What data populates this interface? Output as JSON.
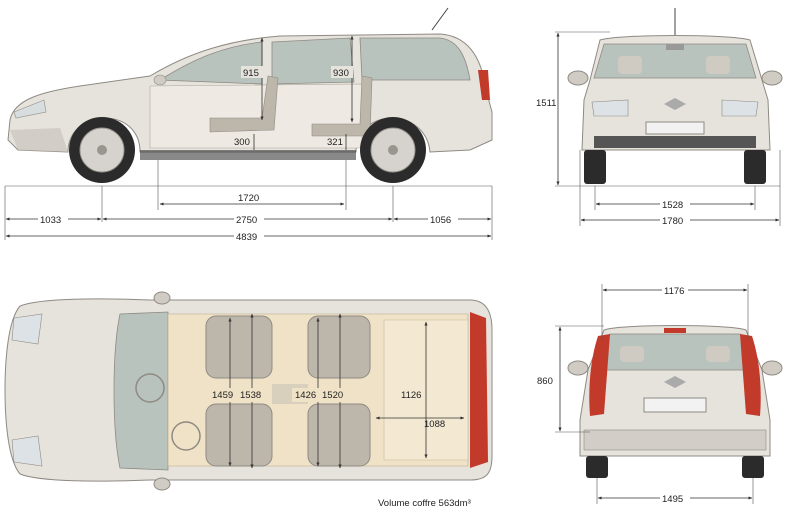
{
  "side_view": {
    "headroom_front": "915",
    "headroom_rear": "930",
    "seat_front": "300",
    "seat_rear": "321",
    "interior_length": "1720",
    "front_overhang": "1033",
    "wheelbase": "2750",
    "rear_overhang": "1056",
    "overall_length": "4839"
  },
  "front_view": {
    "height": "1511",
    "track_front": "1528",
    "width": "1780"
  },
  "top_view": {
    "elbow_front_1": "1459",
    "elbow_front_2": "1538",
    "elbow_rear_1": "1426",
    "elbow_rear_2": "1520",
    "boot_width": "1126",
    "boot_length": "1088",
    "boot_volume_caption": "Volume coffre 563dm³"
  },
  "rear_view": {
    "tailgate_width": "1176",
    "sill_height": "860",
    "track_rear": "1495"
  },
  "colors": {
    "body": "#e6e2dc",
    "body_shade": "#c9c4bc",
    "glass": "#b8c3bd",
    "interior": "#efe2c6",
    "seat": "#bdb6ab",
    "tyre": "#2b2b2b",
    "lamp_red": "#c23a2a"
  }
}
